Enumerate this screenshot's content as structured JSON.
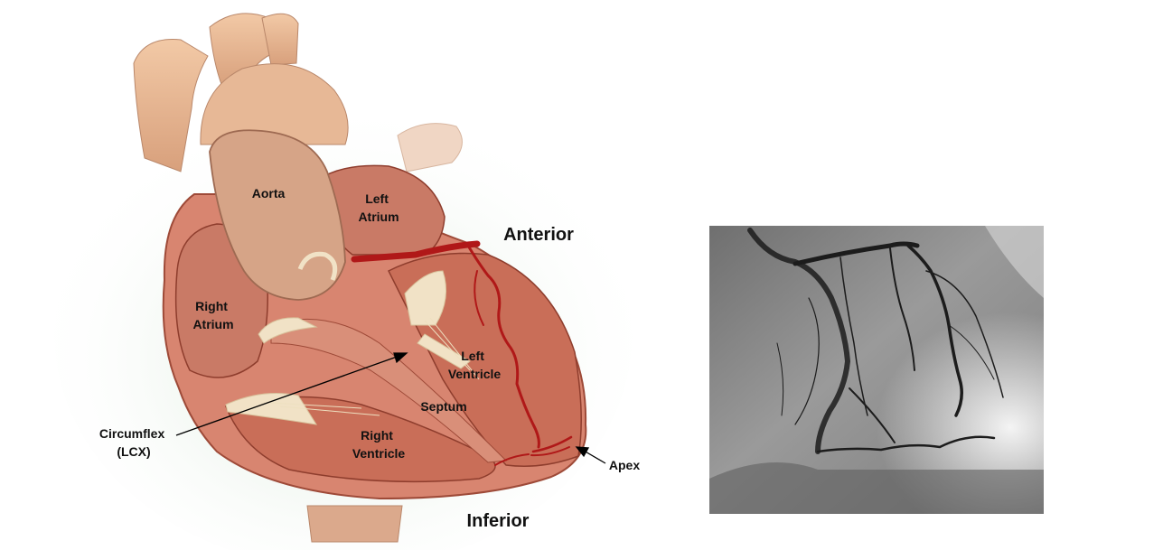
{
  "diagram": {
    "labels": {
      "aorta": "Aorta",
      "left_atrium": [
        "Left",
        "Atrium"
      ],
      "right_atrium": [
        "Right",
        "Atrium"
      ],
      "left_ventricle": [
        "Left",
        "Ventricle"
      ],
      "right_ventricle": [
        "Right",
        "Ventricle"
      ],
      "septum": "Septum",
      "circumflex": [
        "Circumflex",
        "(LCX)"
      ],
      "apex": "Apex",
      "anterior": "Anterior",
      "inferior": "Inferior"
    },
    "colors": {
      "myocardium": "#d88570",
      "chamber": "#c96e58",
      "artery": "#b01818",
      "valve_tissue": "#f1e2c6",
      "angiogram_bg": "#8a8a8a",
      "vessel": "#1c1c1c"
    }
  }
}
